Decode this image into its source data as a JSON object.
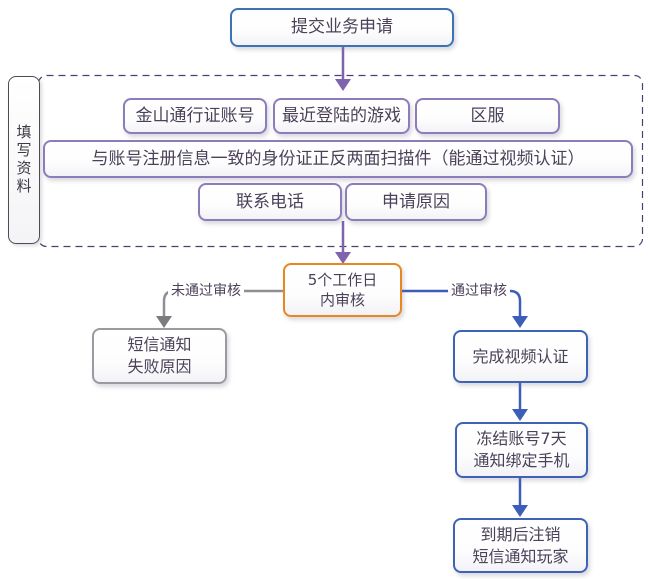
{
  "nodes": {
    "submit": {
      "label": "提交业务申请"
    },
    "section": {
      "label": "填写资料"
    },
    "fields": {
      "account": "金山通行证账号",
      "recent_game": "最近登陆的游戏",
      "server": "区服",
      "id_scan": "与账号注册信息一致的身份证正反两面扫描件（能通过视频认证）",
      "phone": "联系电话",
      "reason": "申请原因"
    },
    "review": {
      "label": "5个工作日\n内审核"
    },
    "sms_fail": {
      "label": "短信通知\n失败原因"
    },
    "video_auth": {
      "label": "完成视频认证"
    },
    "freeze": {
      "label": "冻结账号7天\n通知绑定手机"
    },
    "cancel": {
      "label": "到期后注销\n短信通知玩家"
    }
  },
  "edges": {
    "fail_label": "未通过审核",
    "pass_label": "通过审核"
  },
  "colors": {
    "blue_border": "#3a74b4",
    "purple_border": "#8d7cba",
    "orange_border": "#e8871f",
    "gray_border": "#9a9aa0",
    "blue2_border": "#3e63b5",
    "dashed_border": "#4c4073",
    "section_border": "#4e4b55",
    "arrow_purple": "#7e63ad",
    "arrow_gray": "#8f8f94",
    "arrow_blue": "#3c5db8",
    "text": "#4b4259"
  }
}
